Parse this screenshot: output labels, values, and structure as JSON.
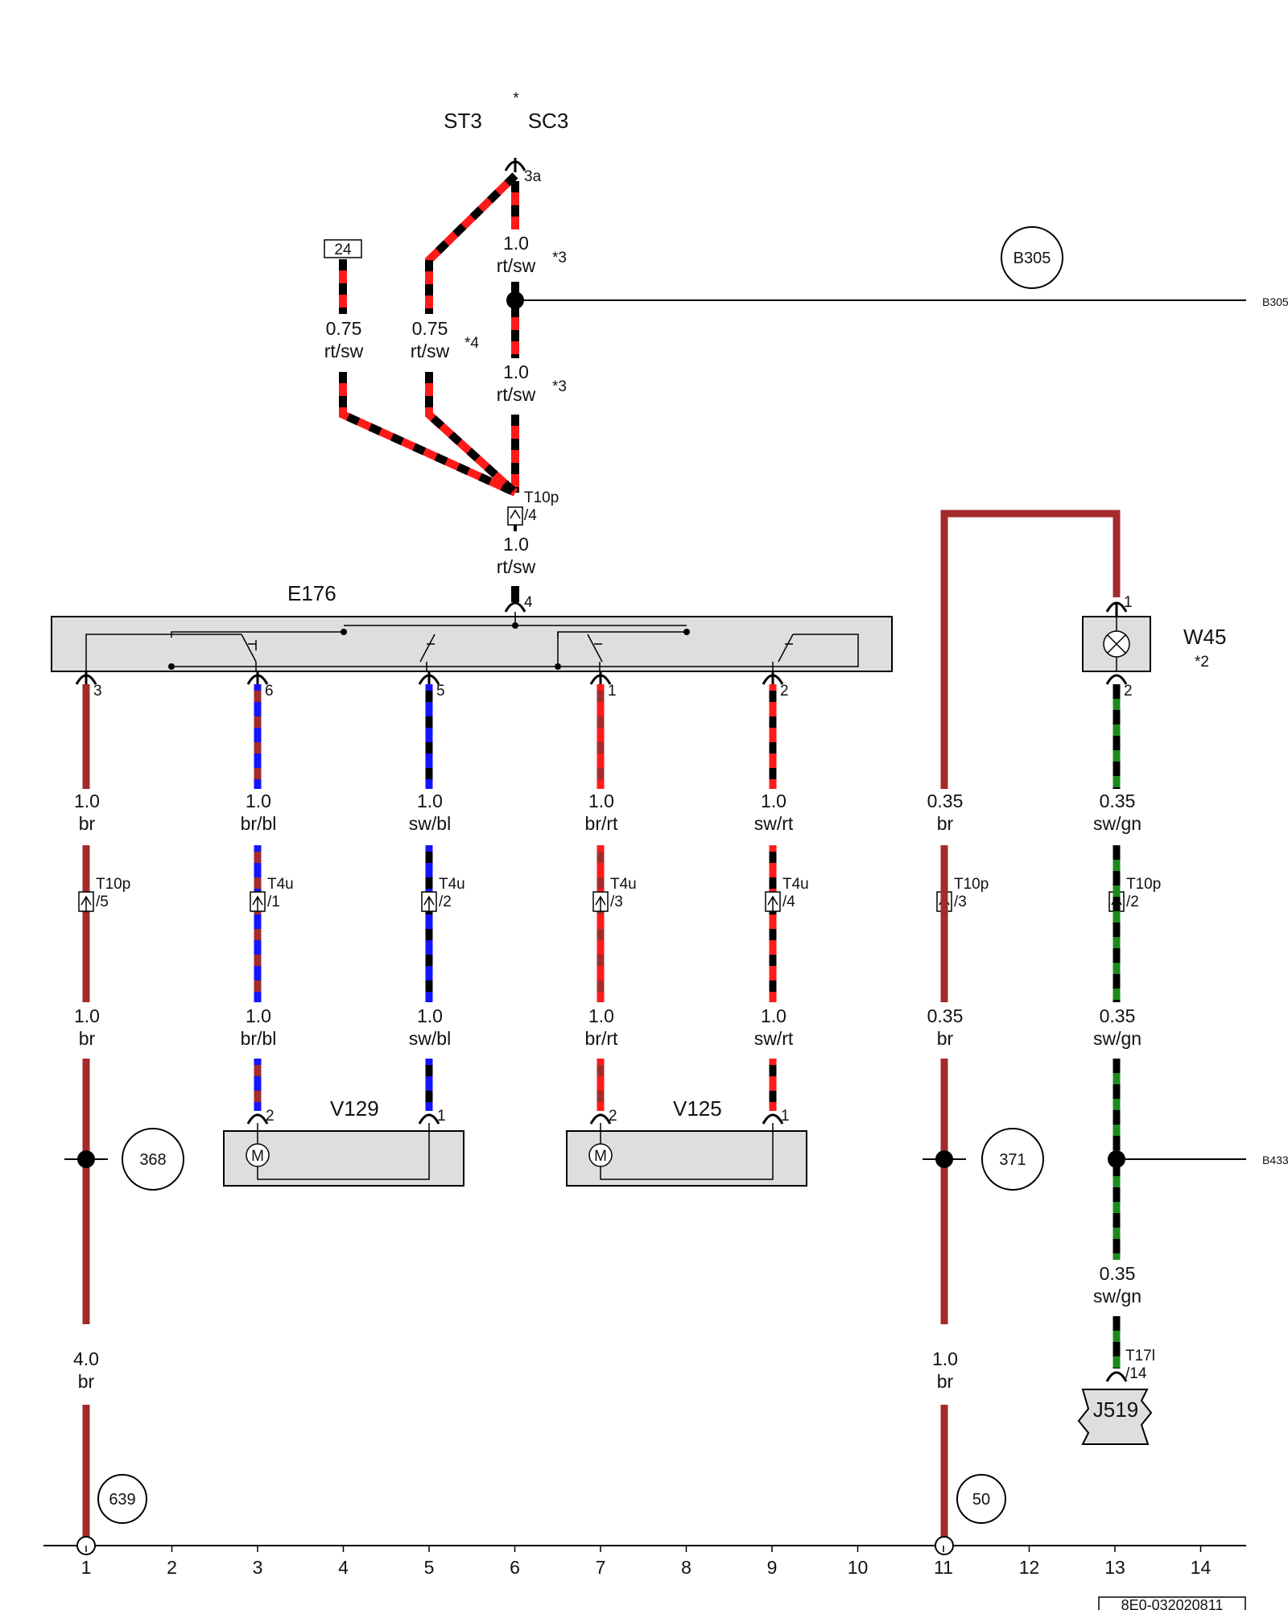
{
  "power": {
    "st": "ST3",
    "star": "*",
    "sc": "SC3",
    "pin": "3a",
    "fuse": "24"
  },
  "splice": {
    "id": "B305",
    "right_label": "B305"
  },
  "top_wires": {
    "w1_size": "1.0",
    "w1_color": "rt/sw",
    "w1_note": "*3",
    "w2_size": "0.75",
    "w2_color": "rt/sw",
    "w3_size": "0.75",
    "w3_color": "rt/sw",
    "w3_note": "*4",
    "w4_size": "1.0",
    "w4_color": "rt/sw",
    "w4_note": "*3",
    "w5_size": "1.0",
    "w5_color": "rt/sw"
  },
  "top_conn": {
    "name": "T10p",
    "pin": "/4"
  },
  "switch": {
    "name": "E176",
    "in_pin": "4"
  },
  "lamp": {
    "name": "W45",
    "note": "*2",
    "pin_top": "1",
    "pin_bottom": "2"
  },
  "columns": [
    {
      "pin": "3",
      "size1": "1.0",
      "color1": "br",
      "conn": "T10p",
      "conn_pin": "/5",
      "size2": "1.0",
      "color2": "br"
    },
    {
      "pin": "6",
      "size1": "1.0",
      "color1": "br/bl",
      "conn": "T4u",
      "conn_pin": "/1",
      "size2": "1.0",
      "color2": "br/bl",
      "end_pin": "2"
    },
    {
      "pin": "5",
      "size1": "1.0",
      "color1": "sw/bl",
      "conn": "T4u",
      "conn_pin": "/2",
      "size2": "1.0",
      "color2": "sw/bl",
      "end_pin": "1"
    },
    {
      "pin": "1",
      "size1": "1.0",
      "color1": "br/rt",
      "conn": "T4u",
      "conn_pin": "/3",
      "size2": "1.0",
      "color2": "br/rt",
      "end_pin": "2"
    },
    {
      "pin": "2",
      "size1": "1.0",
      "color1": "sw/rt",
      "conn": "T4u",
      "conn_pin": "/4",
      "size2": "1.0",
      "color2": "sw/rt",
      "end_pin": "1"
    },
    {
      "size1": "0.35",
      "color1": "br",
      "conn": "T10p",
      "conn_pin": "/3",
      "size2": "0.35",
      "color2": "br"
    },
    {
      "size1": "0.35",
      "color1": "sw/gn",
      "conn": "T10p",
      "conn_pin": "/2",
      "size2": "0.35",
      "color2": "sw/gn"
    }
  ],
  "motors": [
    {
      "name": "V129",
      "symbol": "M"
    },
    {
      "name": "V125",
      "symbol": "M"
    }
  ],
  "grounds": {
    "g368": "368",
    "g371": "371",
    "g639": "639",
    "g50": "50",
    "left_size": "4.0",
    "left_color": "br",
    "right_size": "1.0",
    "right_color": "br"
  },
  "b433": {
    "label": "B433",
    "size": "0.35",
    "color": "sw/gn"
  },
  "ecu": {
    "name": "J519",
    "conn": "T17l",
    "pin": "/14"
  },
  "ruler": [
    "1",
    "2",
    "3",
    "4",
    "5",
    "6",
    "7",
    "8",
    "9",
    "10",
    "11",
    "12",
    "13",
    "14"
  ],
  "footer_code": "8E0-032020811",
  "colors": {
    "brown": "#a52a2a",
    "red": "#ff1a1a",
    "black": "#000000",
    "blue": "#1414ff",
    "green": "#1b8a1b"
  }
}
